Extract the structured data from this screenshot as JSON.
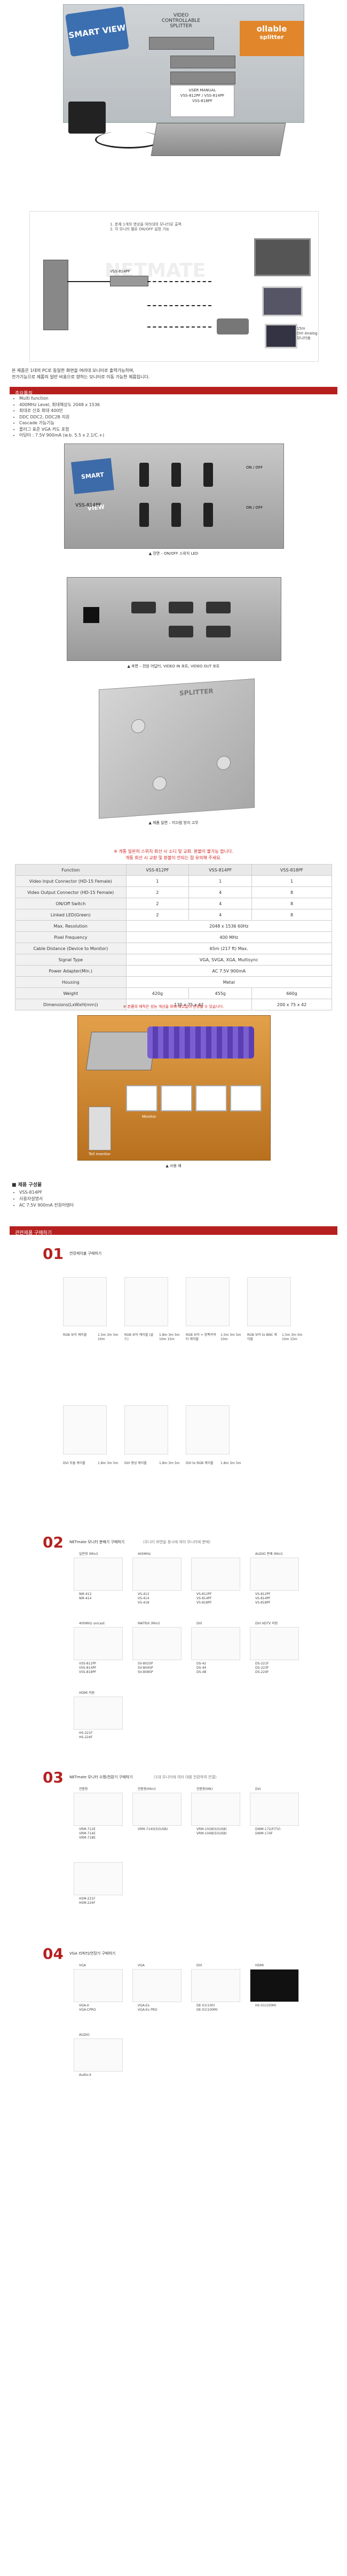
{
  "hero": {
    "badge_left": "SMART VIEW",
    "box_title_line1": "VIDEO",
    "box_title_line2": "CONTROLLABLE",
    "box_title_line3": "SPLITTER",
    "badge_right_1": "ollable",
    "badge_right_2": "splitter",
    "manual_line1": "USER MANUAL",
    "manual_line2": "VSS-812PF / VSS-814PF",
    "manual_line3": "VSS-818PF"
  },
  "diagram": {
    "note_line1": "1. 본체 1개의 영상을 여러대의 모니터로 출력",
    "note_line2": "2. 각 모니터 별로 ON/OFF 설정 가능",
    "splitter_label": "VSS-814PF",
    "ext_label1": "15m",
    "ext_label2": "DVI Analog",
    "ext_label3": "모니터용",
    "watermark": "NETMATE"
  },
  "intro": {
    "line1": "본 제품은 1대의 PC로 동일한 화면을 여러대 모니터로 출력가능하며,",
    "line2": "전가기능으로 제품의 일반 비용으로 향하는 모니터로 이동 가능한 제품입니다."
  },
  "features": {
    "title": "주요특징",
    "items": [
      "Multi function",
      "400MHz Level, 최대해상도 2048 x 1536",
      "최대로 신호 회대 400만",
      "DDC DDC2, DDC2B 지원",
      "Cascade 가능기능",
      "플러그 표준 VGA 커도 포함",
      "어답터 : 7.5V 900mA (w.b. 5.5 x 2.1/C.+)"
    ]
  },
  "front_view": {
    "brand": "SMART VIEW",
    "model": "VSS-814PF",
    "on_off": "ON / OFF",
    "caption": "▲ 전면 – ON/OFF 스위치 LED"
  },
  "back_view": {
    "caption": "▲ 후면 – 전원 어답터, VIDEO IN 포트, VIDEO OUT 포트"
  },
  "side_view": {
    "label": "SPLITTER",
    "caption": "▲ 제품 일면 – 미끄럼 방지 고무"
  },
  "notice": {
    "line1": "※ 개통 일본의 스위치 회선 시 소디 및 교회. 환불이 불가능 합니다.",
    "line2": "개통 회선 시 교환 및 환불이 안되는 점 유의해 주세요."
  },
  "spec_table": {
    "headers": [
      "Function",
      "VSS-812PF",
      "VSS-814PF",
      "VSS-818PF"
    ],
    "rows": [
      [
        "Video Input Connector (HD-15 Female)",
        "1",
        "1",
        "1"
      ],
      [
        "Video Output Connector (HD-15 Female)",
        "2",
        "4",
        "8"
      ],
      [
        "ON/Off Switch",
        "2",
        "4",
        "8"
      ],
      [
        "Linked LED(Green)",
        "2",
        "4",
        "8"
      ],
      [
        "Max. Resolution",
        "2048 x 1536 60Hz",
        "",
        ""
      ],
      [
        "Pixel Frequency",
        "400 MHz",
        "",
        ""
      ],
      [
        "Cable Distance (Device to Monitor)",
        "65m (217 ft) Max.",
        "",
        ""
      ],
      [
        "Signal Type",
        "VGA, SVGA, XGA, Multisync",
        "",
        ""
      ],
      [
        "Power Adapter(Min.)",
        "AC 7.5V 900mA",
        "",
        ""
      ],
      [
        "Housing",
        "Metal",
        "",
        ""
      ],
      [
        "Weight",
        "420g",
        "455g",
        "660g"
      ],
      [
        "Dimensions(LxWxH(mm))",
        "130 x 75 x 42",
        "",
        "200 x 75 x 42"
      ]
    ],
    "footnote": "※ 본품의 제작은 성능 개선을 위해 예고없이 변경될 수 있습니다."
  },
  "usage": {
    "caption": "▲ 사용 예",
    "label1": "Tell monitor",
    "label2": "Monitor"
  },
  "package": {
    "title": "■ 제품 구성물",
    "items": [
      "VSS-814PF",
      "사용자설명서",
      "AC 7.5V 900mA 전원어댑터"
    ]
  },
  "related": {
    "title": "관련제품 구매하기",
    "sections": [
      {
        "num": "01",
        "title": "연장케이블 구매하기",
        "items": [
          {
            "name": "RGB 보이 케이블",
            "lengths": "1.5m 3m 5m 10m"
          },
          {
            "name": "RGB 보이 케이블 (골드)",
            "lengths": "1.8m 3m 5m 10m 15m"
          },
          {
            "name": "RGB 보이 + 양폭커넥터 케이블",
            "lengths": "1.5m 3m 5m 10m"
          },
          {
            "name": "RGB 보이 to BNC 케이블",
            "lengths": "1.5m 3m 5m 10m 15m"
          },
          {
            "name": "DVI 모듈 케이블",
            "lengths": "1.8m 3m 5m"
          },
          {
            "name": "DVI 영상 케이블",
            "lengths": "1.8m 3m 5m"
          },
          {
            "name": "DVI to RGB 케이블",
            "lengths": "1.8m 3m 5m"
          }
        ]
      },
      {
        "num": "02",
        "title": "NETmate 모니터 분배기 구매하기",
        "sub": "(모니터 화면을 동시에 여러 모니터에 분배)",
        "groups": [
          {
            "label": "일반형 (Mini)",
            "models": [
              "NM-412",
              "NM-414"
            ]
          },
          {
            "label": "400MHz",
            "models": [
              "VS-412",
              "VS-414",
              "VS-418"
            ]
          },
          {
            "label": "",
            "models": [
              "VS-812PF",
              "VS-814PF",
              "VS-818PF"
            ]
          },
          {
            "label": "AUDIO 분배 (Mini)",
            "models": [
              "VS-812PF",
              "VS-814PF",
              "VS-818PF"
            ]
          },
          {
            "label": "400MHz unicast",
            "models": [
              "VSS-812PF",
              "VSS-814PF",
              "VSS-818PF"
            ]
          },
          {
            "label": "MATRIX (Mini)",
            "models": [
              "SV-802SP",
              "SV-804SP",
              "SV-808SP"
            ]
          },
          {
            "label": "DVI",
            "models": [
              "DS-42",
              "DS-44",
              "DS-48"
            ]
          },
          {
            "label": "DVI HDTV 지원",
            "models": [
              "DS-221F",
              "DS-223F",
              "DS-224F"
            ]
          },
          {
            "label": "HDMI 지원",
            "models": [
              "HS-221F",
              "HS-224F"
            ]
          }
        ]
      },
      {
        "num": "03",
        "title": "NETmate 모니터 수평/전환기 구매하기",
        "sub": "(1대 모니터에 여러 대를 전환하여 연결)",
        "groups": [
          {
            "label": "전환용",
            "models": [
              "VRM-712E",
              "VRM-714E",
              "VRM-718E"
            ]
          },
          {
            "label": "전환용(Mini)",
            "models": [
              "VRM-714S(S)(USB)"
            ]
          },
          {
            "label": "전환용(MK)",
            "models": [
              "VRM-102B(S)(USB)",
              "VRM-104B(S)(USB)"
            ]
          },
          {
            "label": "DVI",
            "models": [
              "DWM-172/F(TV)",
              "DWM-174F"
            ]
          },
          {
            "label": "",
            "models": [
              "HSM-221F",
              "HSM-224F"
            ]
          }
        ]
      },
      {
        "num": "04",
        "title": "VGA 리피터/연장기 구매하기",
        "groups": [
          {
            "label": "VGA",
            "models": [
              "VGA-X",
              "VGA-CPRO"
            ]
          },
          {
            "label": "VGA",
            "models": [
              "VGA-Ex",
              "VGA-Ex PRO"
            ]
          },
          {
            "label": "DVI",
            "models": [
              "DE-01(100)",
              "DE-01(100M)"
            ]
          },
          {
            "label": "HDMI",
            "models": [
              "HS-01(100M)"
            ]
          },
          {
            "label": "AUDIO",
            "models": [
              "Audio-X"
            ]
          }
        ]
      }
    ]
  }
}
